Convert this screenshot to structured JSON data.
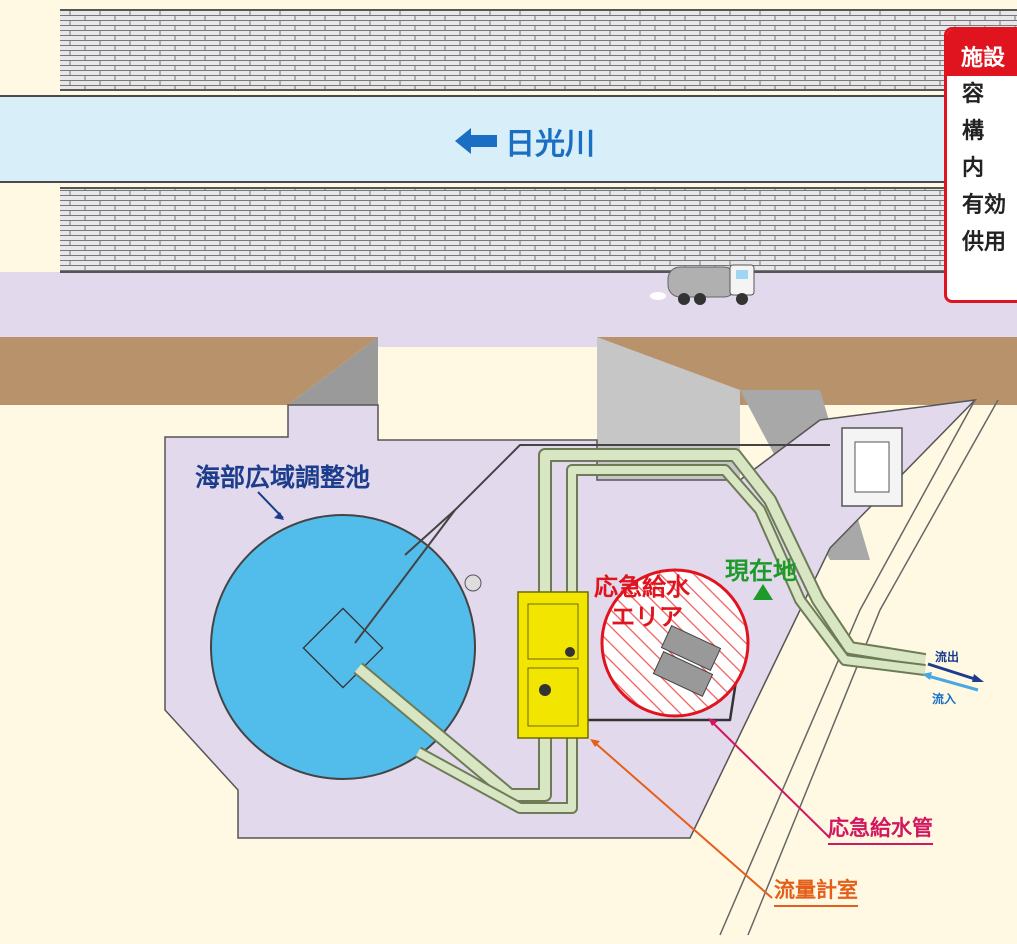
{
  "river": {
    "name": "日光川"
  },
  "reservoir": {
    "name": "海部広域調整池"
  },
  "supply_area": {
    "line1": "応急給水",
    "line2": "エリア"
  },
  "current_location": {
    "label": "現在地"
  },
  "callouts": {
    "pipe": "応急給水管",
    "meter_room": "流量計室"
  },
  "flow": {
    "out": "流出",
    "in": "流入"
  },
  "info_panel": {
    "title": "施設",
    "rows": [
      "容",
      "構",
      "内",
      "有効",
      "供用"
    ]
  },
  "colors": {
    "background": "#fff9e3",
    "site": "#e3d9ec",
    "river_water": "#d8effa",
    "reservoir_water": "#52bcea",
    "pipe": "#d9e6c3",
    "meter_room": "#f2e600",
    "accent_red": "#e0141e",
    "current_green": "#1e9a2a",
    "pipe_label": "#d11760",
    "meter_label": "#e4601a"
  }
}
